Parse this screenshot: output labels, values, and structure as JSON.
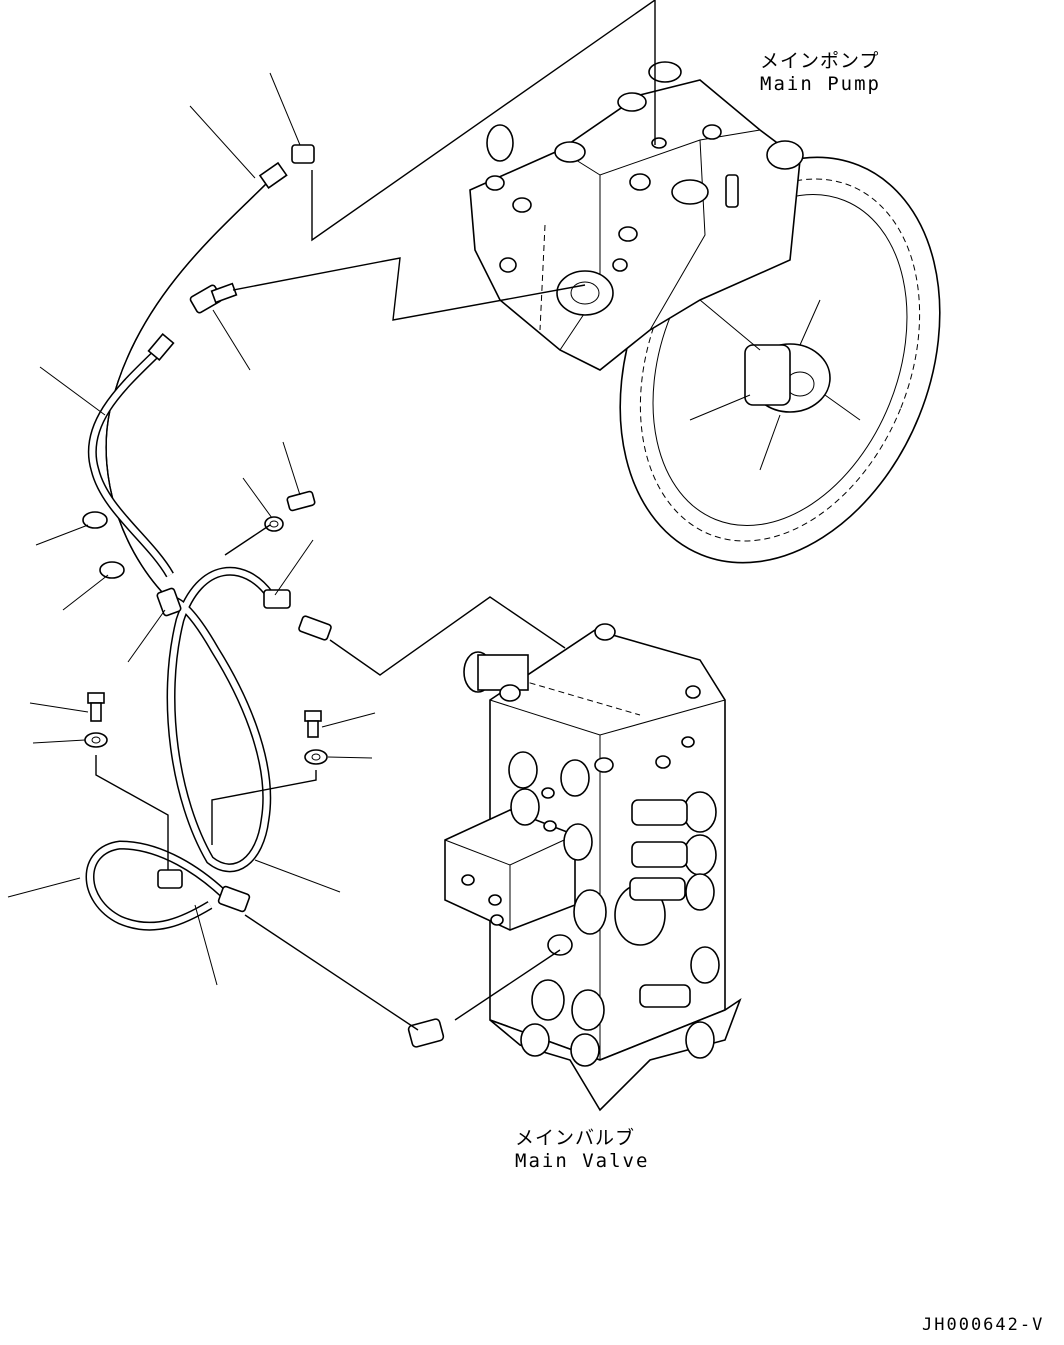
{
  "labels": {
    "main_pump_jp": "メインポンプ",
    "main_pump_en": "Main Pump",
    "main_valve_jp": "メインバルブ",
    "main_valve_en": "Main Valve",
    "drawing_number": "JH000642-V"
  }
}
